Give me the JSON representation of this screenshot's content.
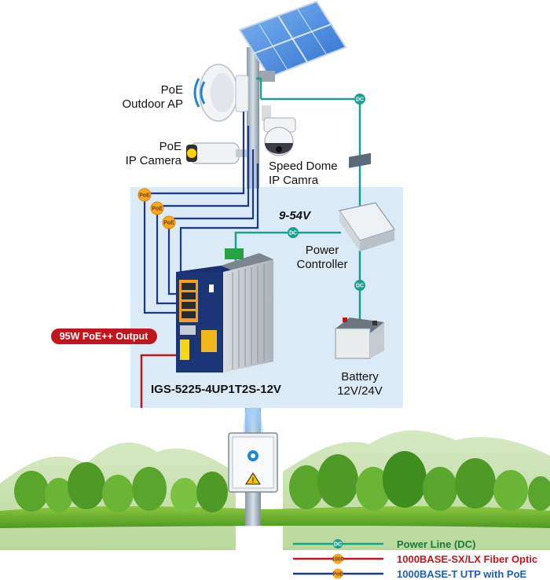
{
  "labels": {
    "ap_line1": "PoE",
    "ap_line2": "Outdoor AP",
    "cam_line1": "PoE",
    "cam_line2": "IP Camera",
    "dome_line1": "Speed Dome",
    "dome_line2": "IP Camra",
    "voltage": "9-54V",
    "controller_line1": "Power",
    "controller_line2": "Controller",
    "battery_line1": "Battery",
    "battery_line2": "12V/24V",
    "switch_model": "IGS-5225-4UP1T2S-12V",
    "poe_output": "95W PoE++ Output"
  },
  "badges": {
    "dc": "DC",
    "poe": "PoE",
    "fiber": "1000"
  },
  "legend": [
    {
      "label": "Power Line (DC)",
      "badge": "DC",
      "color": "#1aa08f",
      "text_color": "#1c7a3a"
    },
    {
      "label": "1000BASE-SX/LX Fiber Optic",
      "badge": "1000",
      "color": "#c0161d",
      "text_color": "#c0161d"
    },
    {
      "label": "1000BASE-T UTP with PoE",
      "badge": "PoE",
      "color": "#1b3a8f",
      "text_color": "#1f5fb5"
    }
  ],
  "colors": {
    "dc_line": "#1aa08f",
    "fiber_line": "#c0161d",
    "utp_line": "#1b3a8f",
    "panel": "#dbeaf7",
    "badge_poe": "#f5a623"
  }
}
